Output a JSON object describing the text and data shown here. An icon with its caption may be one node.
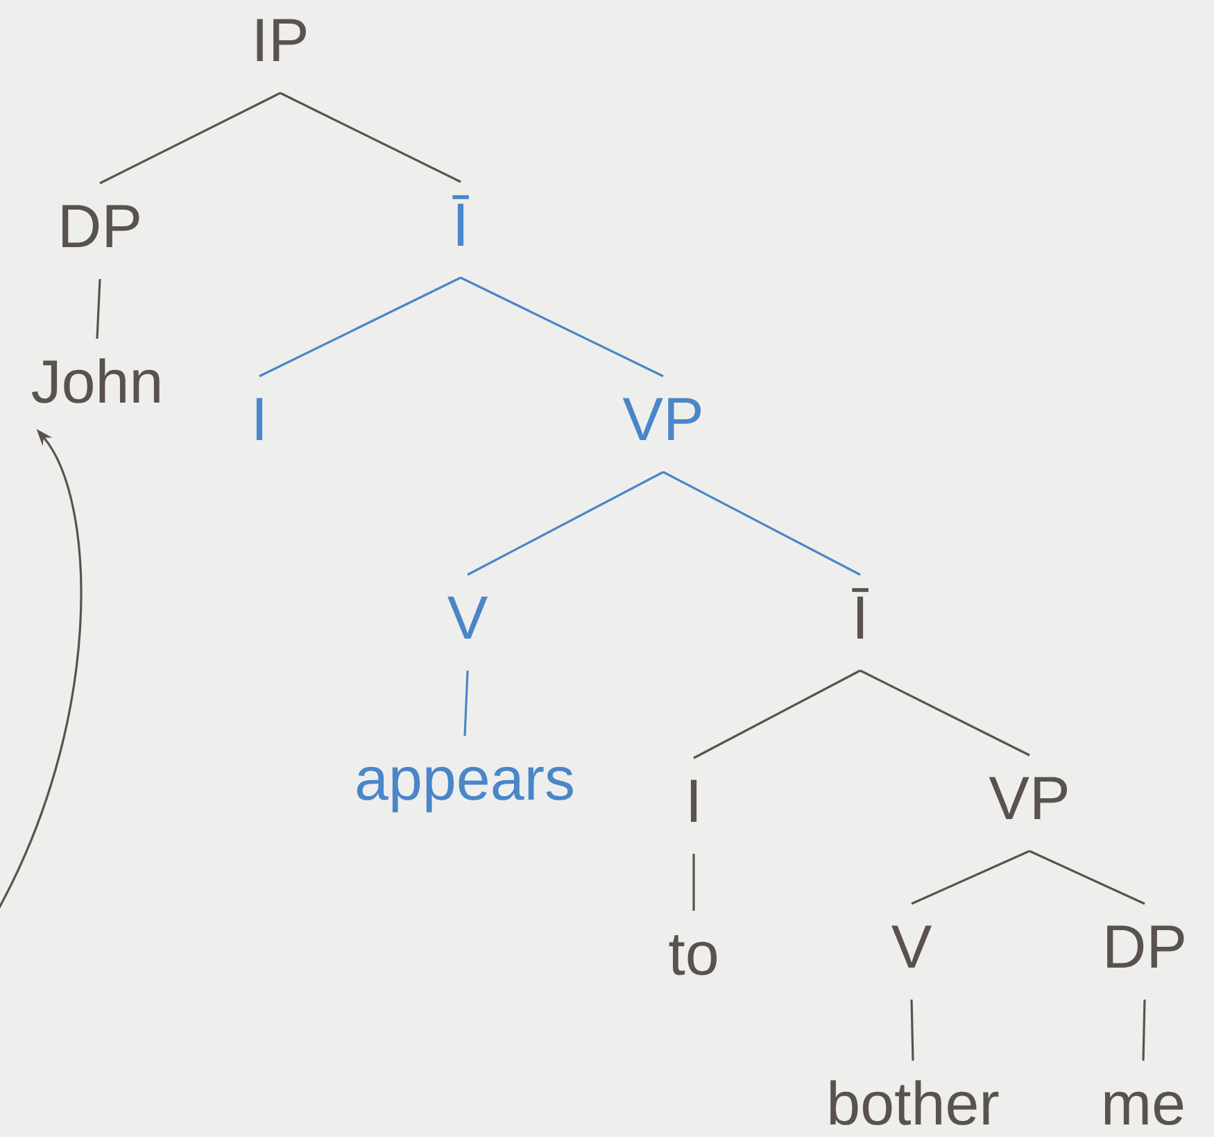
{
  "diagram": {
    "nodes": [
      {
        "text": [
          "IP"
        ]
      },
      {
        "text": [
          "DP"
        ]
      },
      {
        "text": [
          "Ī"
        ]
      },
      {
        "text": [
          "John"
        ]
      },
      {
        "text": [
          "I"
        ]
      },
      {
        "text": [
          "VP"
        ]
      },
      {
        "text": [
          "V"
        ]
      },
      {
        "text": [
          "Ī"
        ]
      },
      {
        "text": [
          "appears"
        ]
      },
      {
        "text": [
          "I"
        ]
      },
      {
        "text": [
          "VP"
        ]
      },
      {
        "text": [
          "to"
        ]
      },
      {
        "text": [
          "V"
        ]
      },
      {
        "text": [
          "DP"
        ]
      },
      {
        "text": [
          "bother"
        ]
      },
      {
        "text": [
          "me"
        ]
      }
    ],
    "edges": [
      {
        "from": 0,
        "to": 1,
        "arrow": "none"
      },
      {
        "from": 0,
        "to": 2,
        "arrow": "none"
      },
      {
        "from": 1,
        "to": 3,
        "arrow": "none"
      },
      {
        "from": 2,
        "to": 4,
        "arrow": "none",
        "color": "#4a86c8"
      },
      {
        "from": 2,
        "to": 5,
        "arrow": "none",
        "color": "#4a86c8"
      },
      {
        "from": 5,
        "to": 6,
        "arrow": "none",
        "color": "#4a86c8"
      },
      {
        "from": 5,
        "to": 7,
        "arrow": "none",
        "color": "#4a86c8"
      },
      {
        "from": 6,
        "to": 8,
        "arrow": "none",
        "color": "#4a86c8"
      },
      {
        "from": 7,
        "to": 9,
        "arrow": "none"
      },
      {
        "from": 7,
        "to": 10,
        "arrow": "none"
      },
      {
        "from": 9,
        "to": 11,
        "arrow": "none"
      },
      {
        "from": 10,
        "to": 12,
        "arrow": "none"
      },
      {
        "from": 10,
        "to": 13,
        "arrow": "none"
      },
      {
        "from": 12,
        "to": 14,
        "arrow": "none"
      },
      {
        "from": 13,
        "to": 15,
        "arrow": "none"
      },
      {
        "from": null,
        "to": 3,
        "arrow": "to"
      }
    ]
  }
}
